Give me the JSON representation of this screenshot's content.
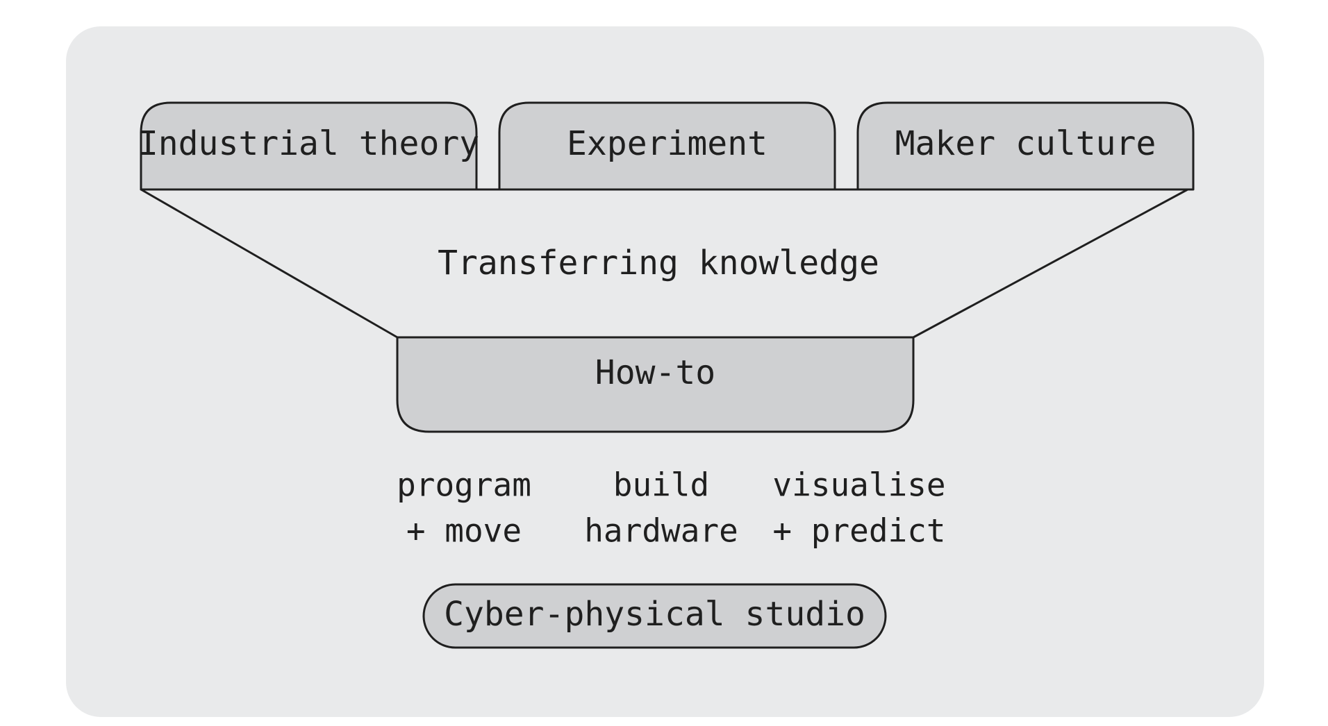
{
  "sources": [
    {
      "label": "Industrial theory"
    },
    {
      "label": "Experiment"
    },
    {
      "label": "Maker culture"
    }
  ],
  "funnel_label": "Transferring knowledge",
  "howto_label": "How-to",
  "skills": [
    {
      "line1": "program",
      "line2": "+ move"
    },
    {
      "line1": "build",
      "line2": "hardware"
    },
    {
      "line1": "visualise",
      "line2": "+ predict"
    }
  ],
  "studio_label": "Cyber-physical studio",
  "colors": {
    "panel": "#e9eaeb",
    "box_fill": "#cfd0d2",
    "stroke": "#1f1f1f"
  }
}
